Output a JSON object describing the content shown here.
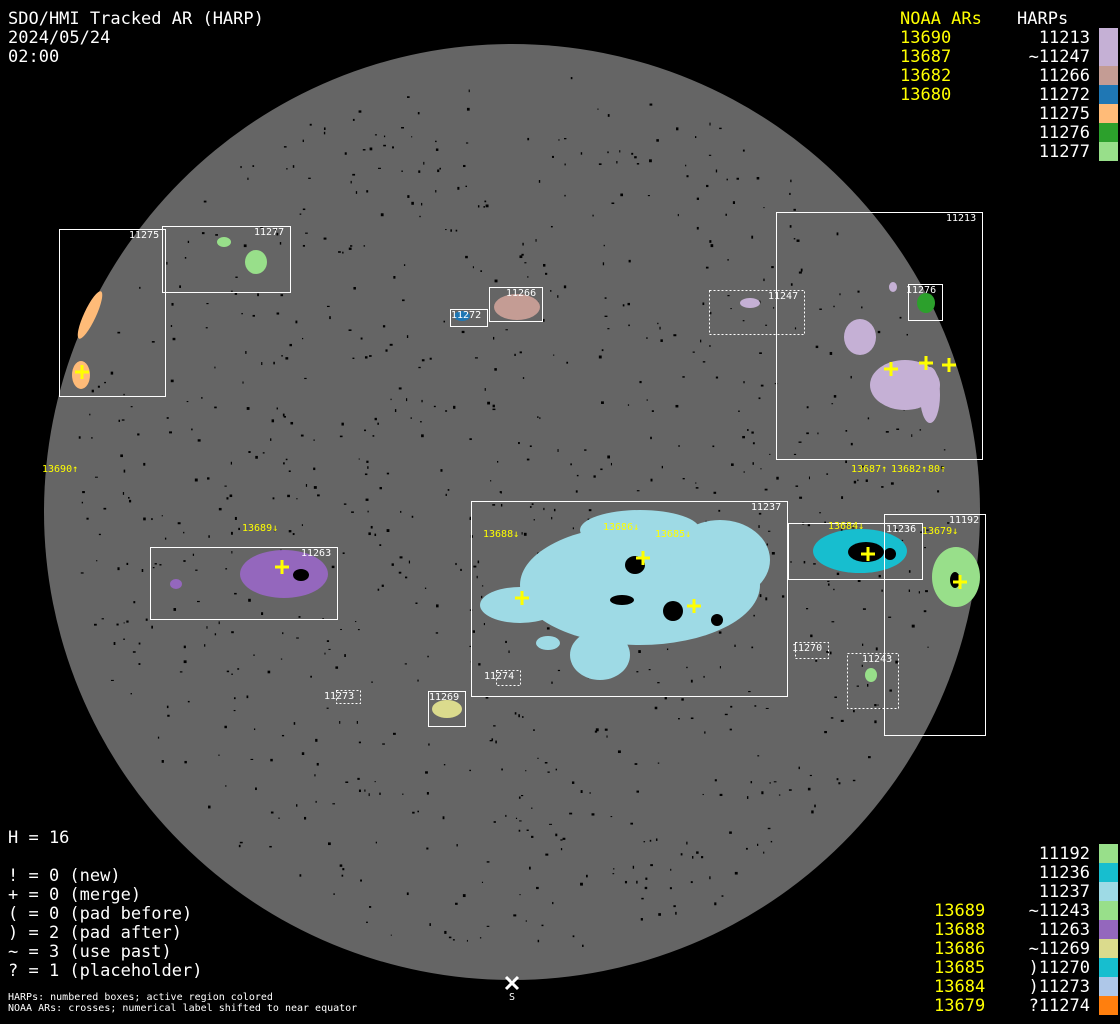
{
  "header": {
    "title": "SDO/HMI Tracked AR (HARP)",
    "date": "2024/05/24",
    "time": "02:00"
  },
  "top_legend": {
    "noaa_header": "NOAA ARs",
    "harp_header": "HARPs",
    "noaa": [
      "13690",
      "13687",
      "13682",
      "13680"
    ],
    "harps": [
      {
        "label": "11213",
        "color": "#c5b0d5"
      },
      {
        "label": "~11247",
        "color": "#c5b0d5"
      },
      {
        "label": "11266",
        "color": "#c49c94"
      },
      {
        "label": "11272",
        "color": "#1f77b4"
      },
      {
        "label": "11275",
        "color": "#ffbb78"
      },
      {
        "label": "11276",
        "color": "#2ca02c"
      },
      {
        "label": "11277",
        "color": "#98df8a"
      }
    ]
  },
  "bottom_legend": {
    "noaa": [
      "13689",
      "13688",
      "13686",
      "13685",
      "13684",
      "13679"
    ],
    "harps": [
      {
        "label": "11192",
        "color": "#98df8a"
      },
      {
        "label": "11236",
        "color": "#17becf"
      },
      {
        "label": "11237",
        "color": "#9edae5"
      },
      {
        "label": "~11243",
        "color": "#98df8a"
      },
      {
        "label": "11263",
        "color": "#9467bd"
      },
      {
        "label": "~11269",
        "color": "#dbdb8d"
      },
      {
        "label": ")11270",
        "color": "#17becf"
      },
      {
        "label": ")11273",
        "color": "#aec7e8"
      },
      {
        "label": "?11274",
        "color": "#ff7f0e"
      }
    ]
  },
  "stats": {
    "h": "H = 16",
    "lines": [
      "! = 0 (new)",
      "+ = 0 (merge)",
      "( = 0 (pad before)",
      ") = 2 (pad after)",
      "~ = 3 (use past)",
      "? = 1 (placeholder)"
    ]
  },
  "notes": [
    "HARPs: numbered boxes; active region colored",
    "NOAA ARs: crosses; numerical label shifted to near equator"
  ],
  "south_label": "S",
  "harp_boxes": [
    "11275",
    "11277",
    "11266",
    "11272",
    "11247",
    "11213",
    "11276",
    "11263",
    "11237",
    "11236",
    "11192",
    "11270",
    "11243",
    "11273",
    "11269",
    "11274"
  ],
  "noaa_labels": [
    "13690↑",
    "13687↑",
    "13682↑",
    "80↑",
    "13689↓",
    "13688↓",
    "13686↓",
    "13685↓",
    "13684↓",
    "13679↓"
  ],
  "colors": {
    "disk": "#656565",
    "noaa": "#ffff00"
  }
}
